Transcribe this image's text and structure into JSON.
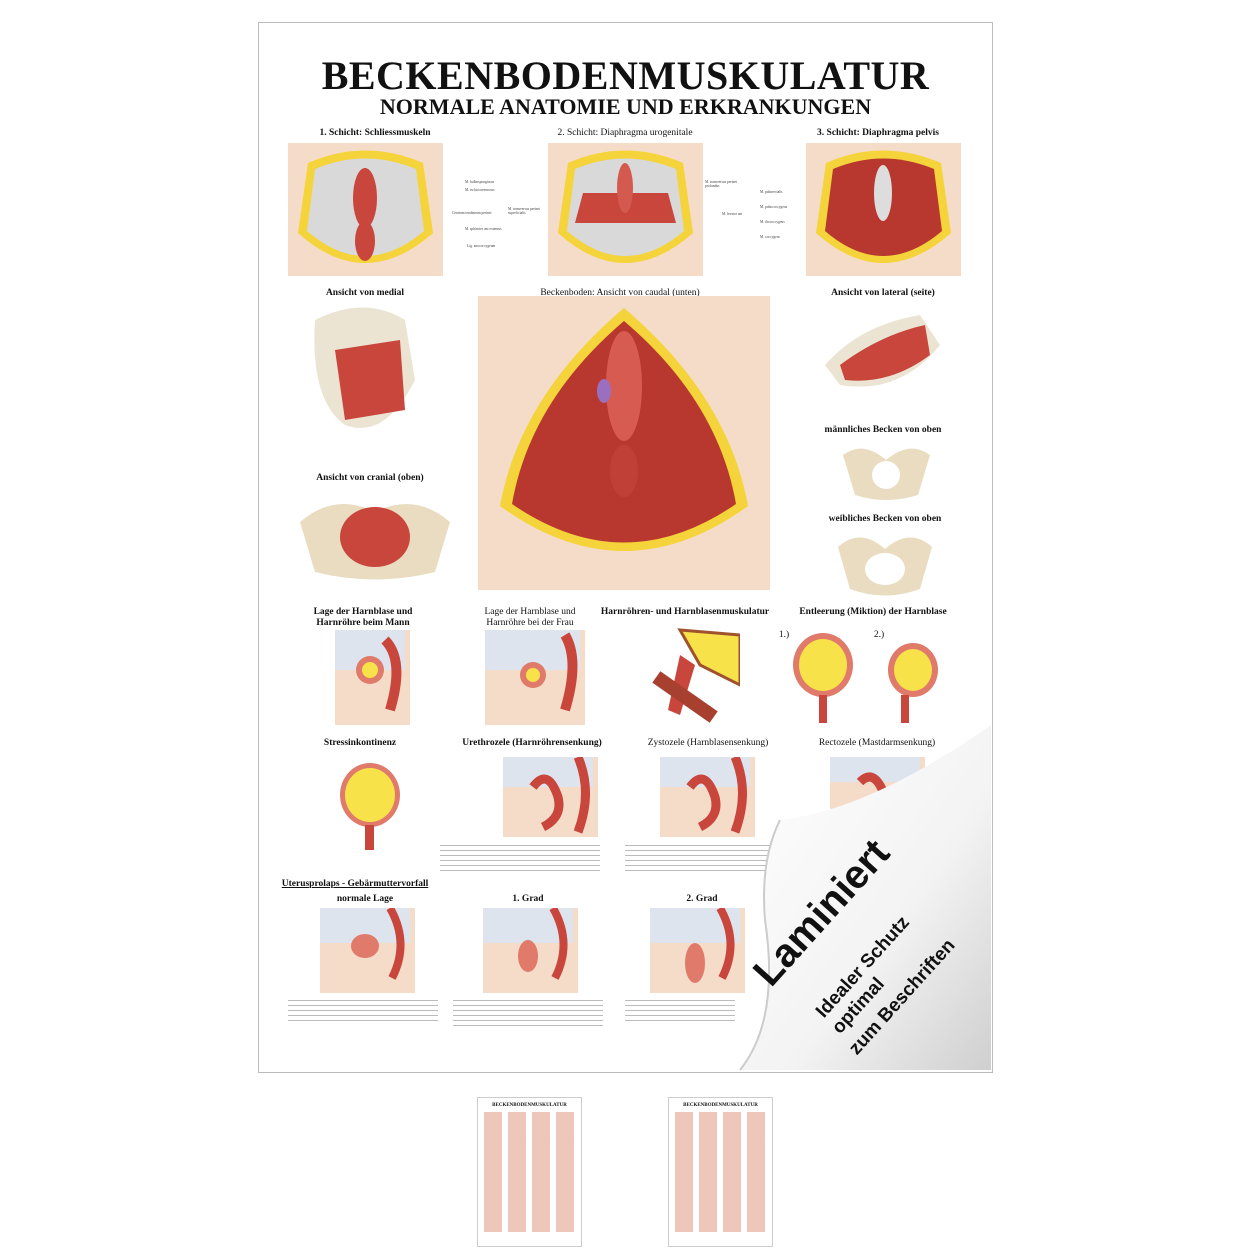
{
  "poster": {
    "title": "BECKENBODENMUSKULATUR",
    "subtitle": "NORMALE ANATOMIE UND ERKRANKUNGEN",
    "row1": [
      {
        "caption": "1. Schicht: Schliessmuskeln",
        "labels": [
          "M. bulbospongiosus",
          "M. ischiocavernosus",
          "Centrum tendineum perinei",
          "M. sphincter ani externus",
          "Lig. anococcygeum"
        ]
      },
      {
        "caption": "2. Schicht: Diaphragma urogenitale",
        "labels": [
          "M. transversus perinei profundus",
          "M. transversus perinei superficialis"
        ]
      },
      {
        "caption": "3. Schicht: Diaphragma pelvis",
        "labels": [
          "M. puborectalis",
          "M. pubococcygeus",
          "M. iliococcygeus",
          "M. coccygeus",
          "M. levator ani"
        ]
      }
    ],
    "row2": {
      "medial": "Ansicht von medial",
      "caudal": "Beckenboden: Ansicht von caudal (unten)",
      "lateral": "Ansicht von lateral (seite)",
      "cranial": "Ansicht von cranial (oben)",
      "male_pelvis": "männliches Becken von oben",
      "female_pelvis": "weibliches Becken von oben"
    },
    "row3": [
      {
        "caption": "Lage der Harnblase und Harnröhre beim Mann"
      },
      {
        "caption": "Lage der Harnblase und Harnröhre bei der Frau"
      },
      {
        "caption": "Harnröhren- und Harnblasenmuskulatur"
      },
      {
        "caption": "Entleerung (Miktion) der Harnblase",
        "steps": [
          "1.)",
          "2.)"
        ]
      }
    ],
    "row4": [
      {
        "caption": "Stressinkontinenz"
      },
      {
        "caption": "Urethrozele (Harnröhrensenkung)"
      },
      {
        "caption": "Zystozele (Harnblasensenkung)"
      },
      {
        "caption": "Rectozele (Mastdarmsenkung)"
      }
    ],
    "prolapse_heading": "Uterusprolaps - Gebärmuttervorfall",
    "row5": [
      {
        "caption": "normale Lage"
      },
      {
        "caption": "1. Grad"
      },
      {
        "caption": "2. Grad"
      }
    ]
  },
  "overlay": {
    "laminated": "Laminiert",
    "line1": "Idealer Schutz",
    "line2": "optimal",
    "line3": "zum Beschriften"
  },
  "colors": {
    "muscle": "#c8463c",
    "skin": "#f3d2b8",
    "fat": "#f5d33a",
    "bone": "#ece4d2",
    "bladder": "#f7e24a"
  }
}
